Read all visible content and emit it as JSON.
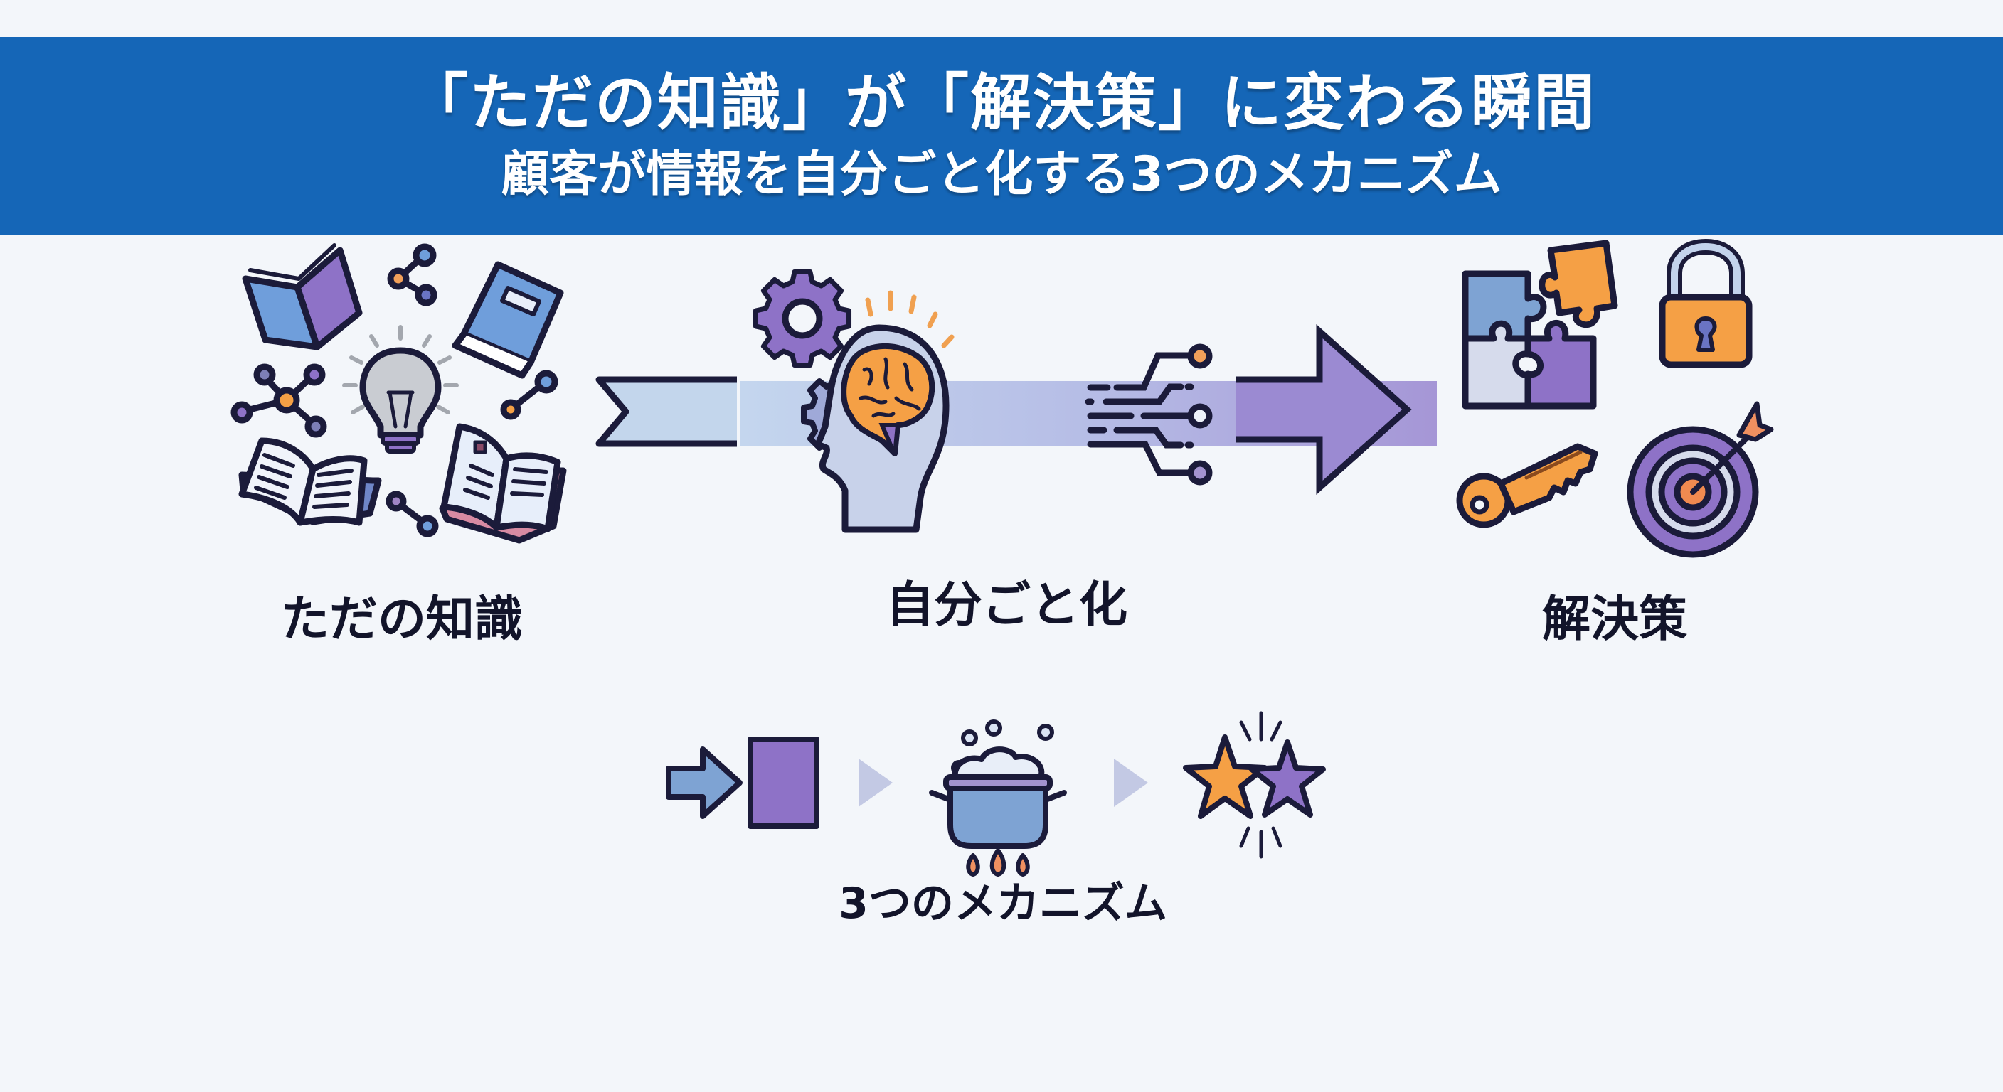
{
  "header": {
    "title": "「ただの知識」が「解決策」に変わる瞬間",
    "subtitle": "顧客が情報を自分ごと化する3つのメカニズム"
  },
  "stages": [
    {
      "label": "ただの知識",
      "icons": [
        "book-icon",
        "share-nodes-icon",
        "closed-book-icon",
        "lightbulb-icon",
        "molecule-network-icon",
        "node-link-icon",
        "open-book-icon",
        "open-book-icon"
      ]
    },
    {
      "label": "自分ごと化",
      "icons": [
        "gear-icon",
        "gear-icon",
        "head-brain-icon",
        "circuit-icon",
        "arrow-right-icon"
      ]
    },
    {
      "label": "解決策",
      "icons": [
        "puzzle-icon",
        "padlock-icon",
        "key-icon",
        "target-arrow-icon"
      ]
    }
  ],
  "mechanism": {
    "label": "3つのメカニズム",
    "steps": [
      "arrow-into-box-icon",
      "boiling-pot-icon",
      "sparkling-stars-icon"
    ]
  },
  "colors": {
    "banner": "#1566b7",
    "outline": "#1b1b3a",
    "purple": "#8a72c6",
    "blue": "#6d9fd6",
    "light_blue": "#c3d3ec",
    "orange": "#f5a045",
    "background": "#f3f6fa"
  }
}
